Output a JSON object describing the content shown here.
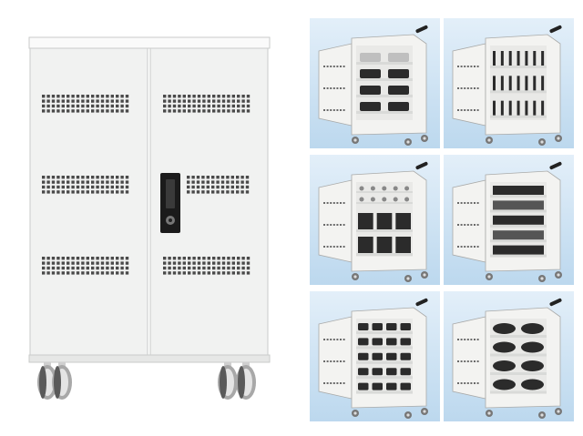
{
  "main_cabinet": {
    "body_color": "#f1f2f1",
    "edge_color": "#c9cbca",
    "vent_color": "#4a4a4a",
    "handle_color": "#1b1b1b",
    "caster_color": "#a8a8a8",
    "caster_tire_color": "#5a5a5a"
  },
  "variants": {
    "background_color": "#bcd8ee",
    "background_color_light": "#e3eff9",
    "cabinet_color": "#f3f3f1",
    "shelf_color": "#d9dad8",
    "device_dark_color": "#2b2b2b",
    "handle_color": "#222222",
    "items": [
      {
        "id": "variant-1",
        "content": "trays-with-tablets"
      },
      {
        "id": "variant-2",
        "content": "vertical-slots-with-tablets"
      },
      {
        "id": "variant-3",
        "content": "bins-and-hooks"
      },
      {
        "id": "variant-4",
        "content": "laptop-shelves"
      },
      {
        "id": "variant-5",
        "content": "device-grid-trays"
      },
      {
        "id": "variant-6",
        "content": "slotted-shelves"
      }
    ]
  }
}
